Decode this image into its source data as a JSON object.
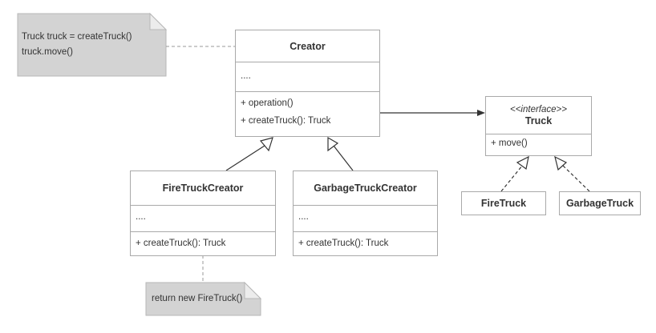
{
  "note_client": {
    "lines": [
      "Truck truck = createTruck()",
      "truck.move()"
    ]
  },
  "note_factory": {
    "lines": [
      "return new FireTruck()"
    ]
  },
  "creator": {
    "title": "Creator",
    "attributes": "....",
    "methods": [
      "+ operation()",
      "+ createTruck(): Truck"
    ]
  },
  "fire_truck_creator": {
    "title": "FireTruckCreator",
    "attributes": "....",
    "methods": [
      "+ createTruck(): Truck"
    ]
  },
  "garbage_truck_creator": {
    "title": "GarbageTruckCreator",
    "attributes": "....",
    "methods": [
      "+ createTruck(): Truck"
    ]
  },
  "truck_interface": {
    "stereotype": "<<interface>>",
    "title": "Truck",
    "methods": [
      "+ move()"
    ]
  },
  "fire_truck": {
    "title": "FireTruck"
  },
  "garbage_truck": {
    "title": "GarbageTruck"
  },
  "colors": {
    "border": "#a9a9a9",
    "note_fill": "#d3d3d3",
    "note_fold": "#ececec",
    "line": "#333333",
    "text": "#333333"
  }
}
